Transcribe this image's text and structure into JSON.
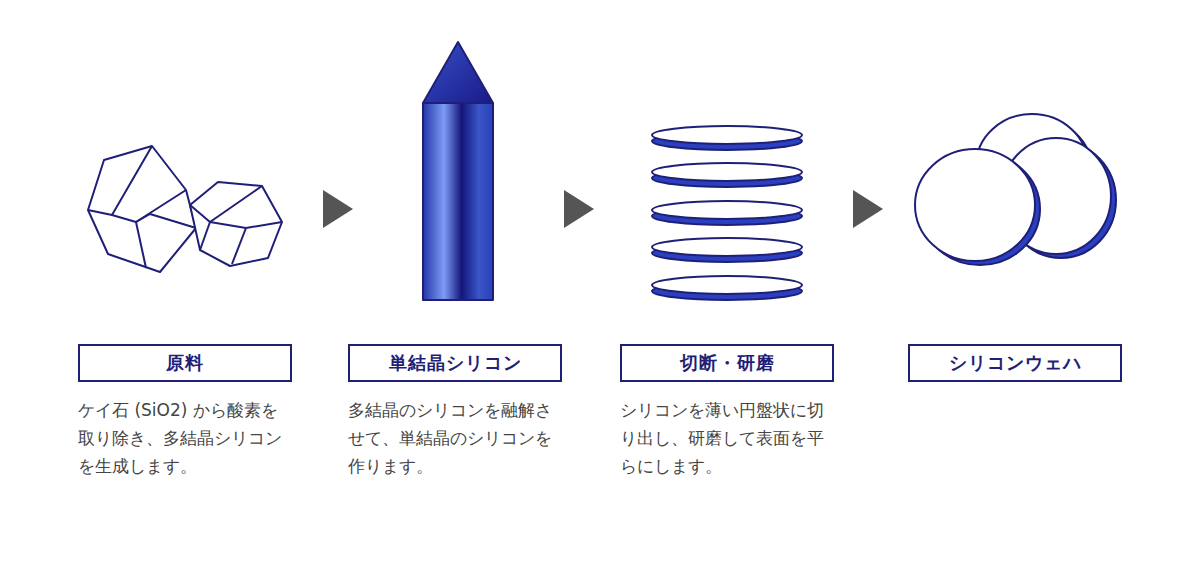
{
  "diagram": {
    "nodes": [
      {
        "text": [
          "原料",
          "ケイ石 (SiO2) から酸素を取り除き、多結晶シリコンを生成します。"
        ]
      },
      {
        "text": [
          "単結晶シリコン",
          "多結晶のシリコンを融解させて、単結晶のシリコンを作ります。"
        ]
      },
      {
        "text": [
          "切断・研磨",
          "シリコンを薄い円盤状に切り出し、研磨して表面を平らにします。"
        ]
      },
      {
        "text": [
          "シリコンウェハ"
        ]
      }
    ]
  }
}
